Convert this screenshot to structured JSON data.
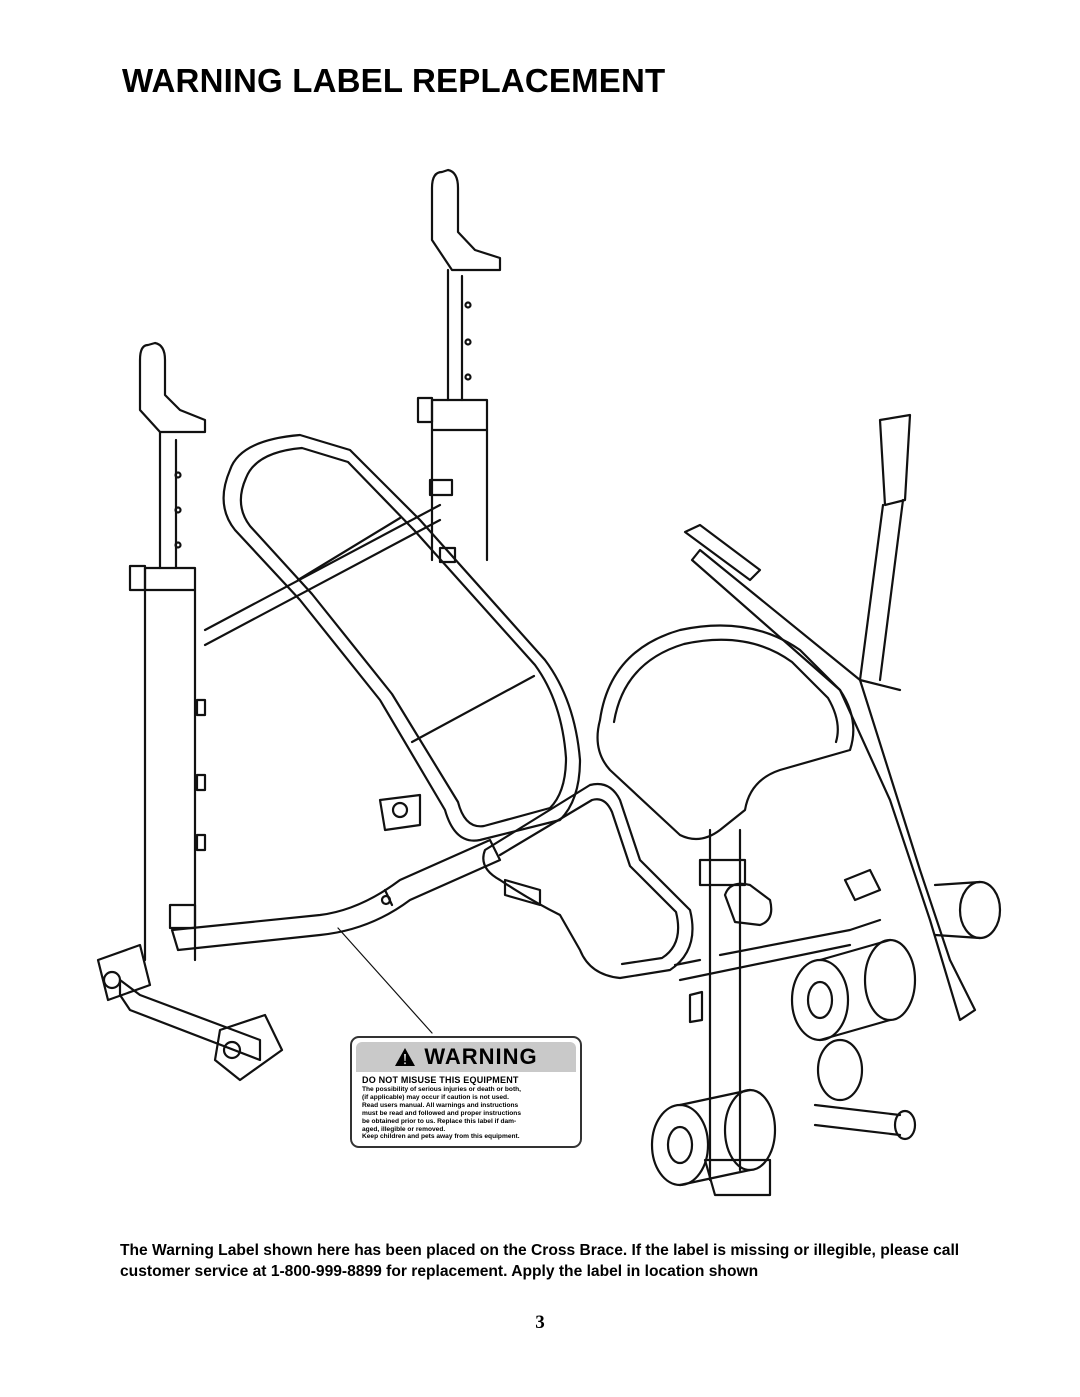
{
  "page": {
    "title": "WARNING LABEL REPLACEMENT",
    "caption": "The Warning Label shown here has been placed on the Cross Brace. If the label is missing or illegible, please call customer service at 1-800-999-8899 for replacement. Apply the label in location shown",
    "page_number": "3"
  },
  "warning_label": {
    "heading": "WARNING",
    "subheading": "DO NOT MISUSE THIS EQUIPMENT",
    "body_lines": [
      "The possibility of serious injuries or death or both,",
      "(if applicable) may occur if caution is not used.",
      "Read users manual. All warnings and instructions",
      "must be read and followed and proper instructions",
      "be obtained prior to us. Replace this label if dam-",
      "aged, illegible or removed.",
      "Keep children and pets away from this equipment."
    ]
  },
  "illustration": {
    "subject": "weight-bench-line-drawing",
    "icon": "warning-triangle-icon"
  }
}
